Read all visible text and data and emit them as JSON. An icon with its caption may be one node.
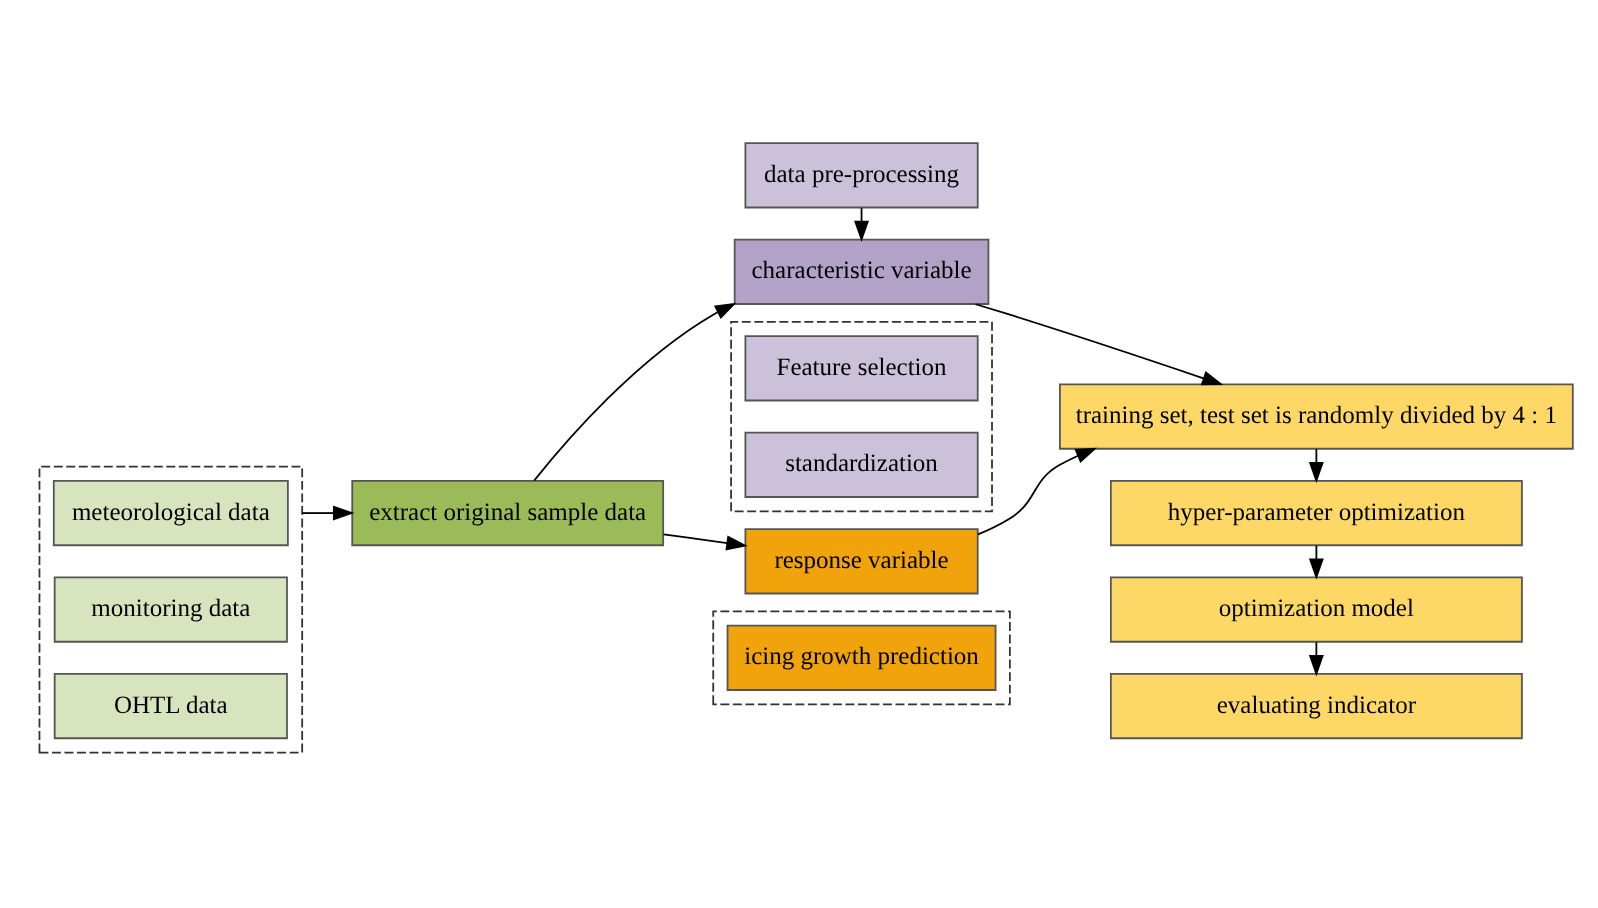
{
  "diagram": {
    "nodes": [
      {
        "text": [
          "extract original sample data"
        ]
      },
      {
        "text": [],
        "shape": "box"
      },
      {
        "text": [
          "meteorological data"
        ],
        "in": 1
      },
      {
        "text": [
          "monitoring data"
        ],
        "in": 1
      },
      {
        "text": [
          "OHTL data"
        ],
        "in": 1
      },
      {
        "text": [
          "characteristic variable"
        ]
      },
      {
        "text": [
          "data pre-processing"
        ]
      },
      {
        "text": [],
        "shape": "box"
      },
      {
        "text": [
          "Feature selection"
        ],
        "in": 7
      },
      {
        "text": [
          "standardization"
        ],
        "in": 7
      },
      {
        "text": [
          "response variable"
        ]
      },
      {
        "text": [],
        "shape": "box"
      },
      {
        "text": [
          "icing growth prediction"
        ],
        "in": 11
      },
      {
        "text": [
          "training set, test set is randomly divided by 4 : 1"
        ]
      },
      {
        "text": [
          "hyper-parameter optimization"
        ]
      },
      {
        "text": [
          "optimization model"
        ]
      },
      {
        "text": [
          "evaluating indicator"
        ]
      }
    ],
    "edges": [
      {
        "from": 1,
        "to": 0,
        "arrow": "to"
      },
      {
        "from": 0,
        "to": 5,
        "arrow": "to"
      },
      {
        "from": 0,
        "to": 10,
        "arrow": "to"
      },
      {
        "from": 6,
        "to": 5,
        "arrow": "to"
      },
      {
        "from": 5,
        "to": 13,
        "arrow": "to"
      },
      {
        "from": 10,
        "to": 13,
        "arrow": "to"
      },
      {
        "from": 13,
        "to": 14,
        "arrow": "to"
      },
      {
        "from": 14,
        "to": 15,
        "arrow": "to"
      },
      {
        "from": 15,
        "to": 16,
        "arrow": "to"
      }
    ]
  }
}
